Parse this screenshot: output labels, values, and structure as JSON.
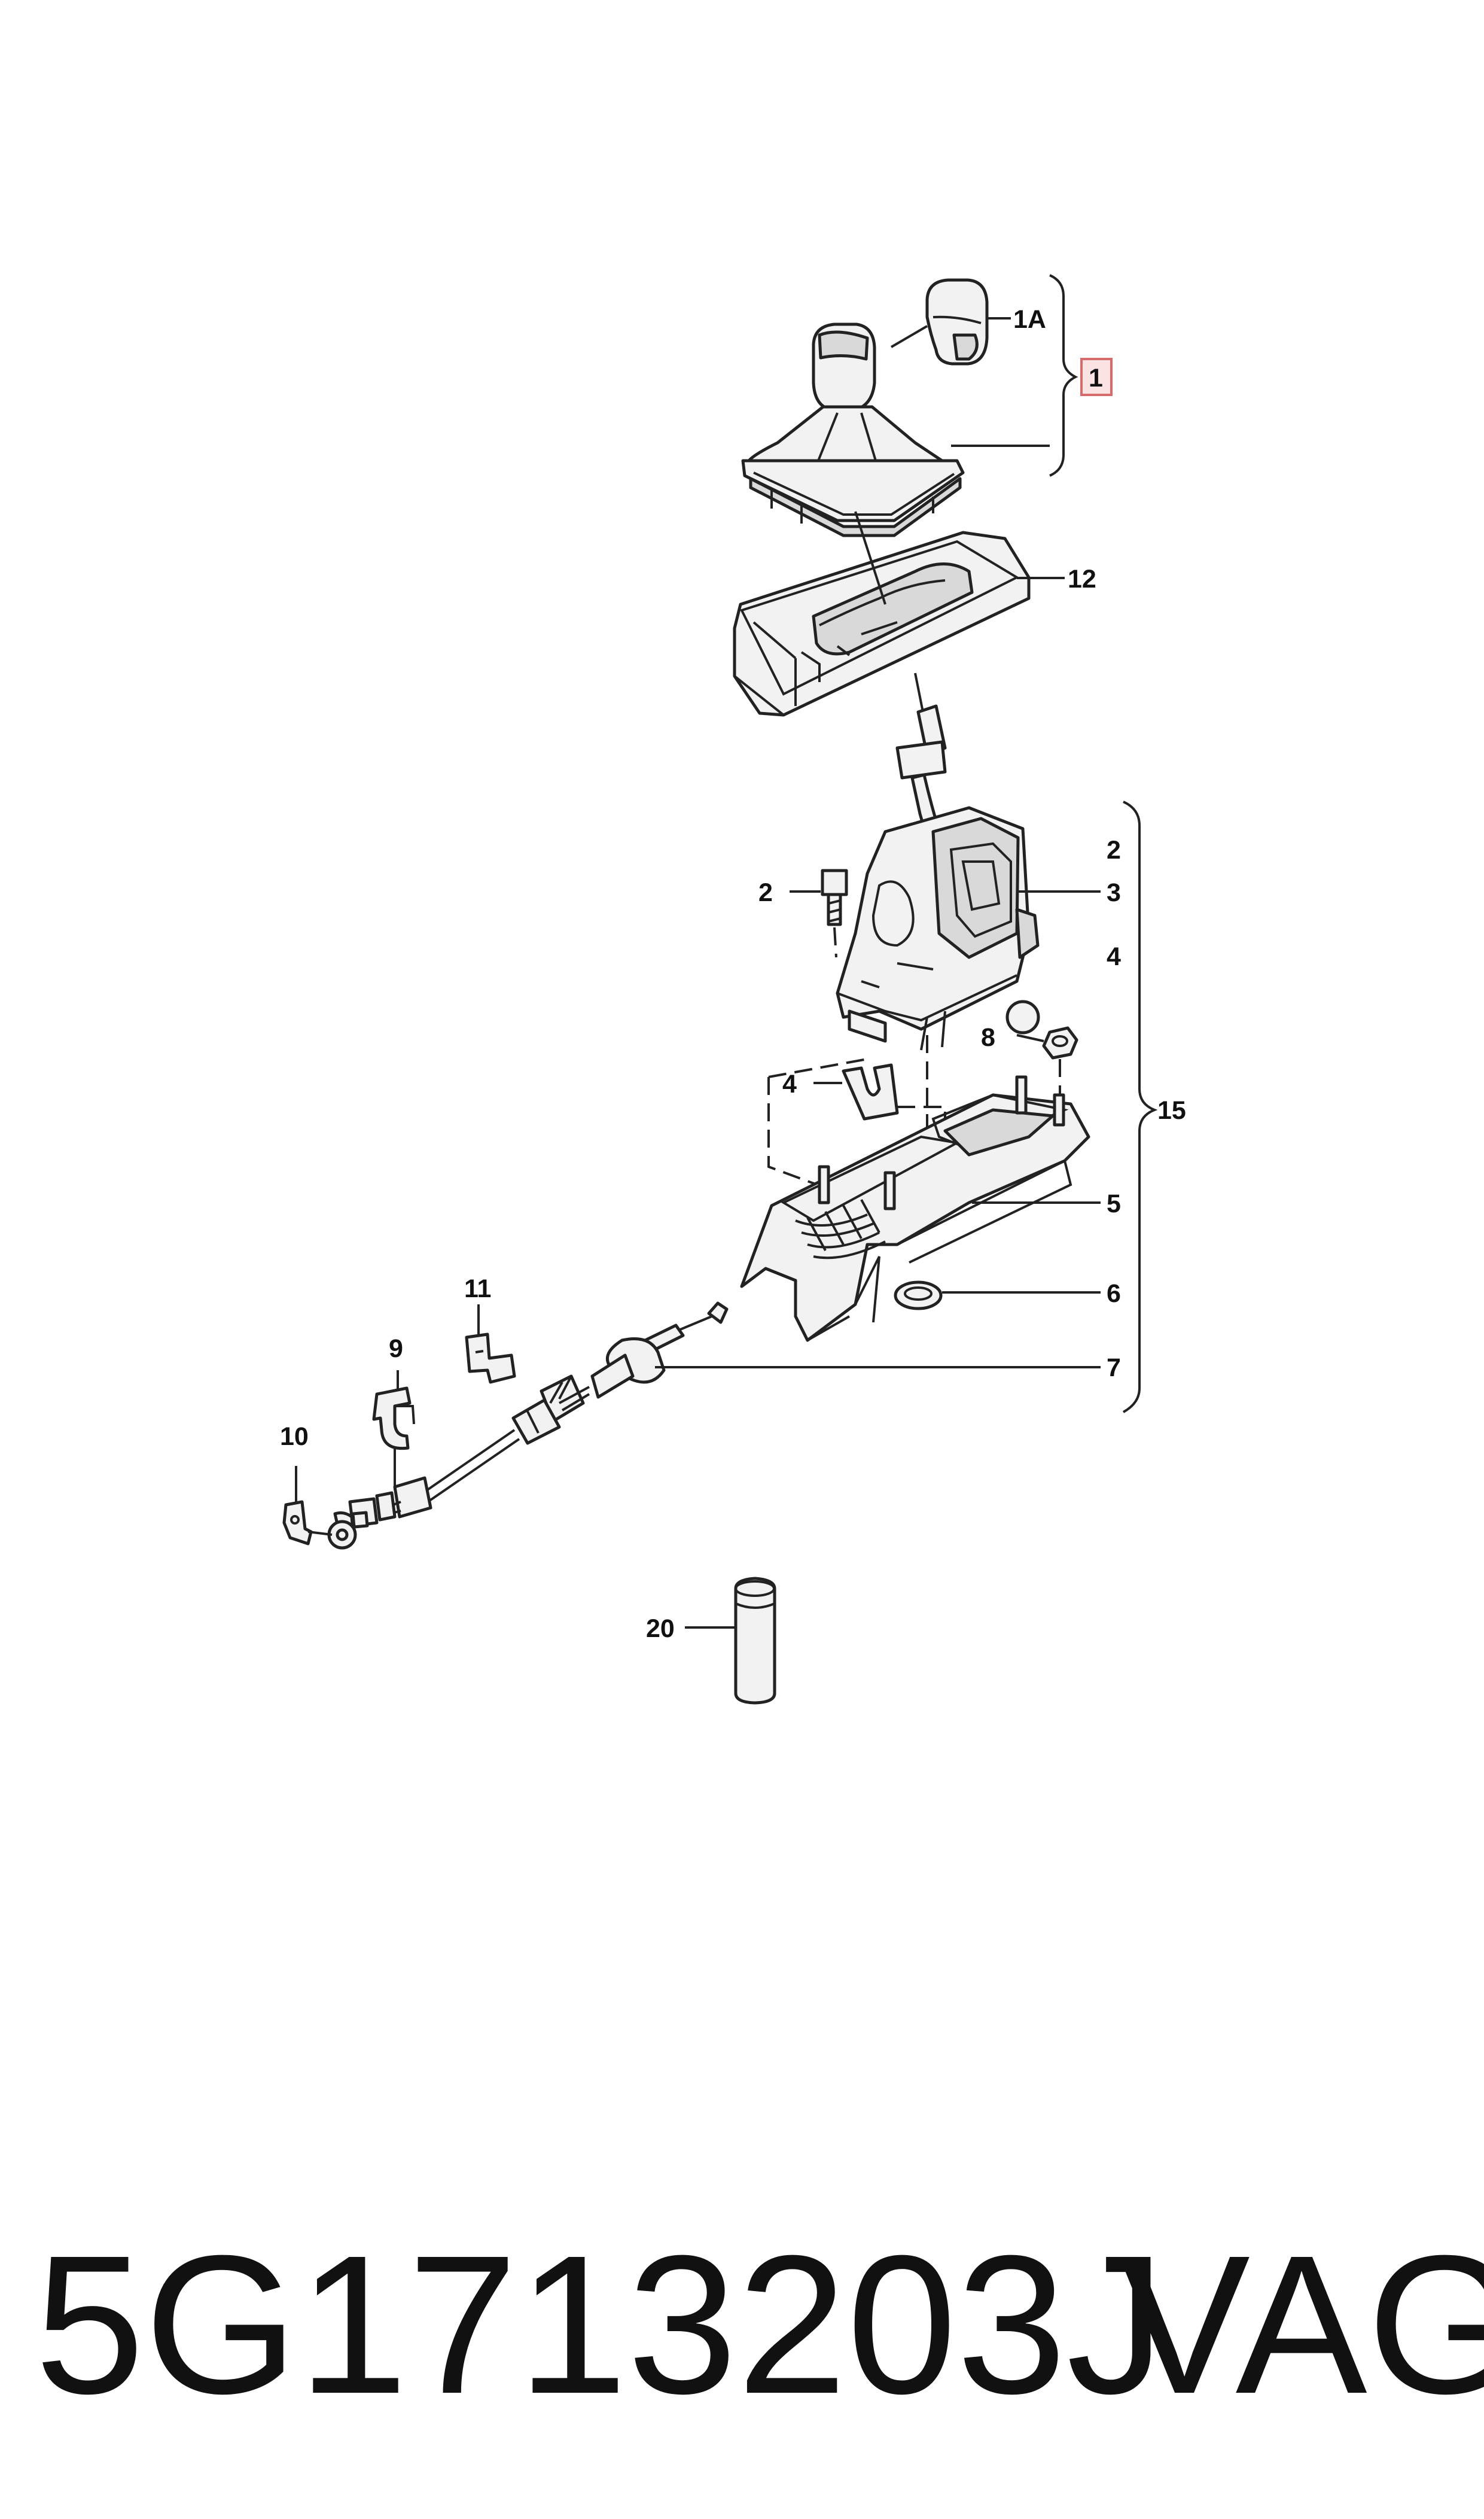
{
  "colors": {
    "callout_highlight_fill": "#fbe3e3",
    "callout_highlight_stroke": "#d76b6b",
    "line": "#222222"
  },
  "callouts": {
    "c1a": "1A",
    "c1": "1",
    "c12": "12",
    "c2_left": "2",
    "c2_right": "2",
    "c3": "3",
    "c4_right": "4",
    "c4_left": "4",
    "c8": "8",
    "c15": "15",
    "c5": "5",
    "c6": "6",
    "c7": "7",
    "c9": "9",
    "c10": "10",
    "c11": "11",
    "c20": "20"
  },
  "footer": {
    "part_number": "5G1713203J",
    "brand": "VAG"
  }
}
